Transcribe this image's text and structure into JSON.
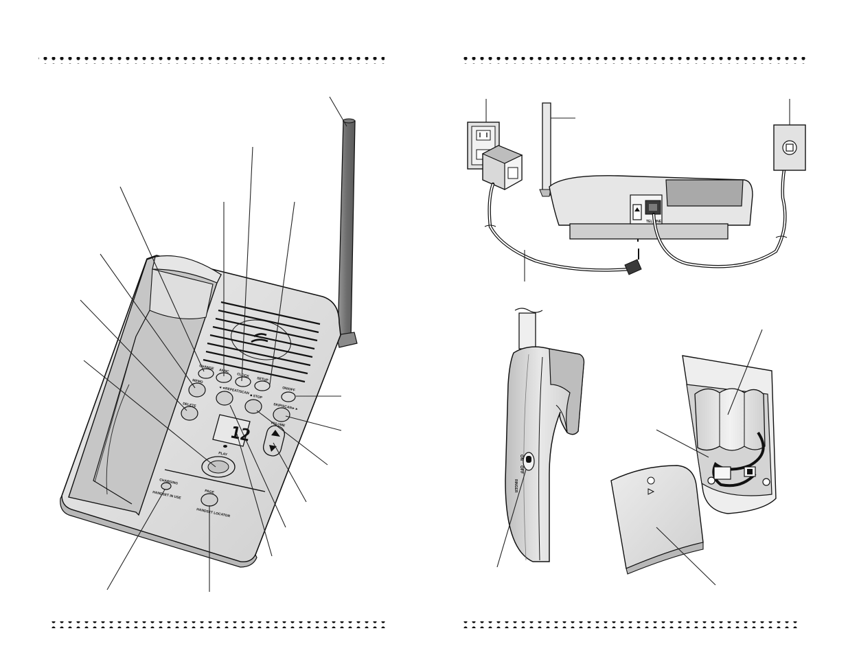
{
  "left_page": {
    "base_unit": {
      "button_labels": {
        "change": "CHANGE",
        "anno": "ANNC",
        "clock": "CLOCK",
        "setup": "SETUP",
        "memo": "MEMO",
        "repeat_scan": "◄◄REPEAT/SCAN",
        "stop": "■ STOP",
        "on_off": "ON/OFF",
        "delete": "DELETE",
        "skip_scan": "SKIP/SCAN►►",
        "volume": "VOLUME",
        "play": "PLAY",
        "charging": "CHARGING",
        "handset_in_use": "HANDSET IN USE",
        "page": "PAGE",
        "handset_locator": "HANDSET LOCATOR"
      },
      "message_counter": "12"
    }
  },
  "right_page": {
    "base_back": {
      "jack_label": "TEL LINE"
    },
    "handset": {
      "ringer_switch": {
        "off_label": "OFF",
        "on_label": "ON",
        "ringer_label": "RINGER"
      }
    }
  },
  "colors": {
    "ink": "#111111",
    "body_gray": "#d4d4d4",
    "panel_gray": "#e4e4e4",
    "dark_gray": "#8a8a8a"
  }
}
